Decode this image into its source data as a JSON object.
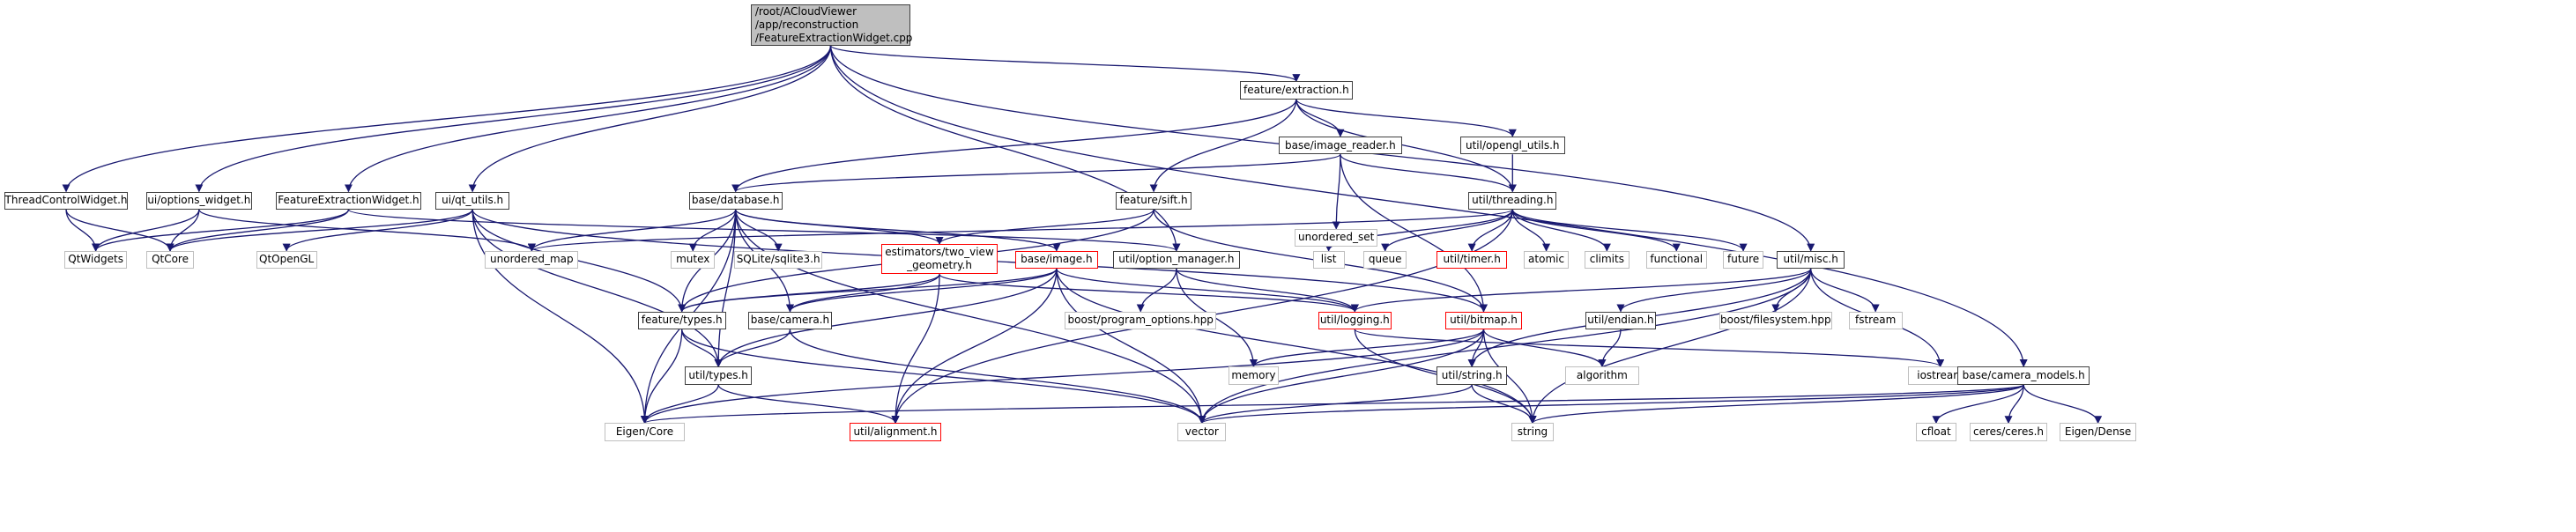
{
  "root": {
    "label": "/root/ACloudViewer\n/app/reconstruction\n/FeatureExtractionWidget.cpp"
  },
  "nodes": [
    {
      "id": "fextraction",
      "label": "feature/extraction.h",
      "kind": "doc"
    },
    {
      "id": "imreader",
      "label": "base/image_reader.h",
      "kind": "doc"
    },
    {
      "id": "opengl",
      "label": "util/opengl_utils.h",
      "kind": "doc"
    },
    {
      "id": "tcw",
      "label": "ThreadControlWidget.h",
      "kind": "doc"
    },
    {
      "id": "optw",
      "label": "ui/options_widget.h",
      "kind": "doc"
    },
    {
      "id": "few",
      "label": "FeatureExtractionWidget.h",
      "kind": "doc"
    },
    {
      "id": "qtutils",
      "label": "ui/qt_utils.h",
      "kind": "doc"
    },
    {
      "id": "database",
      "label": "base/database.h",
      "kind": "doc"
    },
    {
      "id": "sift",
      "label": "feature/sift.h",
      "kind": "doc"
    },
    {
      "id": "uset",
      "label": "unordered_set",
      "kind": "sys"
    },
    {
      "id": "threading",
      "label": "util/threading.h",
      "kind": "doc"
    },
    {
      "id": "qtwidgets",
      "label": "QtWidgets",
      "kind": "sys"
    },
    {
      "id": "qtcore",
      "label": "QtCore",
      "kind": "sys"
    },
    {
      "id": "qtopengl",
      "label": "QtOpenGL",
      "kind": "sys"
    },
    {
      "id": "umap",
      "label": "unordered_map",
      "kind": "sys"
    },
    {
      "id": "mutex",
      "label": "mutex",
      "kind": "sys"
    },
    {
      "id": "sqlite",
      "label": "SQLite/sqlite3.h",
      "kind": "sys"
    },
    {
      "id": "twoview",
      "label": "estimators/two_view\n_geometry.h",
      "kind": "red"
    },
    {
      "id": "image",
      "label": "base/image.h",
      "kind": "red"
    },
    {
      "id": "optmgr",
      "label": "util/option_manager.h",
      "kind": "doc"
    },
    {
      "id": "list",
      "label": "list",
      "kind": "sys"
    },
    {
      "id": "queue",
      "label": "queue",
      "kind": "sys"
    },
    {
      "id": "timer",
      "label": "util/timer.h",
      "kind": "red"
    },
    {
      "id": "atomic",
      "label": "atomic",
      "kind": "sys"
    },
    {
      "id": "climits",
      "label": "climits",
      "kind": "sys"
    },
    {
      "id": "functional",
      "label": "functional",
      "kind": "sys"
    },
    {
      "id": "future",
      "label": "future",
      "kind": "sys"
    },
    {
      "id": "misc",
      "label": "util/misc.h",
      "kind": "doc"
    },
    {
      "id": "ftypes",
      "label": "feature/types.h",
      "kind": "doc"
    },
    {
      "id": "camera",
      "label": "base/camera.h",
      "kind": "doc"
    },
    {
      "id": "bpo",
      "label": "boost/program_options.hpp",
      "kind": "sys"
    },
    {
      "id": "logging",
      "label": "util/logging.h",
      "kind": "red"
    },
    {
      "id": "bitmap",
      "label": "util/bitmap.h",
      "kind": "red"
    },
    {
      "id": "endian",
      "label": "util/endian.h",
      "kind": "doc"
    },
    {
      "id": "bfs",
      "label": "boost/filesystem.hpp",
      "kind": "sys"
    },
    {
      "id": "fstream",
      "label": "fstream",
      "kind": "sys"
    },
    {
      "id": "utypes",
      "label": "util/types.h",
      "kind": "doc"
    },
    {
      "id": "memory",
      "label": "memory",
      "kind": "sys"
    },
    {
      "id": "ustring",
      "label": "util/string.h",
      "kind": "doc"
    },
    {
      "id": "algorithm",
      "label": "algorithm",
      "kind": "sys"
    },
    {
      "id": "iostream",
      "label": "iostream",
      "kind": "sys"
    },
    {
      "id": "cammodels",
      "label": "base/camera_models.h",
      "kind": "doc"
    },
    {
      "id": "eigencore",
      "label": "Eigen/Core",
      "kind": "sys"
    },
    {
      "id": "alignment",
      "label": "util/alignment.h",
      "kind": "red"
    },
    {
      "id": "vector",
      "label": "vector",
      "kind": "sys"
    },
    {
      "id": "string",
      "label": "string",
      "kind": "sys"
    },
    {
      "id": "cfloat",
      "label": "cfloat",
      "kind": "sys"
    },
    {
      "id": "ceres",
      "label": "ceres/ceres.h",
      "kind": "sys"
    },
    {
      "id": "eigendense",
      "label": "Eigen/Dense",
      "kind": "sys"
    }
  ],
  "edges": [
    [
      "root",
      "tcw"
    ],
    [
      "root",
      "optw"
    ],
    [
      "root",
      "few"
    ],
    [
      "root",
      "qtutils"
    ],
    [
      "root",
      "fextraction"
    ],
    [
      "root",
      "optmgr"
    ],
    [
      "root",
      "misc"
    ],
    [
      "root",
      "cammodels"
    ],
    [
      "fextraction",
      "database"
    ],
    [
      "fextraction",
      "imreader"
    ],
    [
      "fextraction",
      "sift"
    ],
    [
      "fextraction",
      "threading"
    ],
    [
      "fextraction",
      "opengl"
    ],
    [
      "imreader",
      "database"
    ],
    [
      "imreader",
      "uset"
    ],
    [
      "imreader",
      "threading"
    ],
    [
      "imreader",
      "bitmap"
    ],
    [
      "opengl",
      "threading"
    ],
    [
      "tcw",
      "qtwidgets"
    ],
    [
      "tcw",
      "qtcore"
    ],
    [
      "optw",
      "qtwidgets"
    ],
    [
      "optw",
      "qtcore"
    ],
    [
      "optw",
      "umap"
    ],
    [
      "few",
      "qtwidgets"
    ],
    [
      "few",
      "qtcore"
    ],
    [
      "few",
      "optmgr"
    ],
    [
      "qtutils",
      "qtcore"
    ],
    [
      "qtutils",
      "qtopengl"
    ],
    [
      "qtutils",
      "eigencore"
    ],
    [
      "qtutils",
      "utypes"
    ],
    [
      "qtutils",
      "ftypes"
    ],
    [
      "qtutils",
      "bitmap"
    ],
    [
      "database",
      "umap"
    ],
    [
      "database",
      "mutex"
    ],
    [
      "database",
      "sqlite"
    ],
    [
      "database",
      "twoview"
    ],
    [
      "database",
      "image"
    ],
    [
      "database",
      "ftypes"
    ],
    [
      "database",
      "camera"
    ],
    [
      "database",
      "utypes"
    ],
    [
      "database",
      "eigencore"
    ],
    [
      "database",
      "vector"
    ],
    [
      "sift",
      "ftypes"
    ],
    [
      "sift",
      "twoview"
    ],
    [
      "sift",
      "bitmap"
    ],
    [
      "threading",
      "umap"
    ],
    [
      "threading",
      "list"
    ],
    [
      "threading",
      "queue"
    ],
    [
      "threading",
      "timer"
    ],
    [
      "threading",
      "atomic"
    ],
    [
      "threading",
      "climits"
    ],
    [
      "threading",
      "functional"
    ],
    [
      "threading",
      "future"
    ],
    [
      "threading",
      "alignment"
    ],
    [
      "twoview",
      "ftypes"
    ],
    [
      "twoview",
      "camera"
    ],
    [
      "twoview",
      "alignment"
    ],
    [
      "twoview",
      "logging"
    ],
    [
      "image",
      "camera"
    ],
    [
      "image",
      "ftypes"
    ],
    [
      "image",
      "utypes"
    ],
    [
      "image",
      "logging"
    ],
    [
      "image",
      "alignment"
    ],
    [
      "image",
      "vector"
    ],
    [
      "image",
      "string"
    ],
    [
      "optmgr",
      "bpo"
    ],
    [
      "optmgr",
      "logging"
    ],
    [
      "optmgr",
      "memory"
    ],
    [
      "misc",
      "logging"
    ],
    [
      "misc",
      "endian"
    ],
    [
      "misc",
      "bfs"
    ],
    [
      "misc",
      "fstream"
    ],
    [
      "misc",
      "iostream"
    ],
    [
      "misc",
      "ustring"
    ],
    [
      "misc",
      "string"
    ],
    [
      "misc",
      "vector"
    ],
    [
      "ftypes",
      "utypes"
    ],
    [
      "ftypes",
      "eigencore"
    ],
    [
      "ftypes",
      "vector"
    ],
    [
      "camera",
      "utypes"
    ],
    [
      "camera",
      "vector"
    ],
    [
      "logging",
      "iostream"
    ],
    [
      "logging",
      "string"
    ],
    [
      "bitmap",
      "memory"
    ],
    [
      "bitmap",
      "ustring"
    ],
    [
      "bitmap",
      "algorithm"
    ],
    [
      "bitmap",
      "string"
    ],
    [
      "bitmap",
      "vector"
    ],
    [
      "bitmap",
      "eigencore"
    ],
    [
      "endian",
      "algorithm"
    ],
    [
      "utypes",
      "eigencore"
    ],
    [
      "utypes",
      "alignment"
    ],
    [
      "ustring",
      "string"
    ],
    [
      "ustring",
      "vector"
    ],
    [
      "cammodels",
      "cfloat"
    ],
    [
      "cammodels",
      "ceres"
    ],
    [
      "cammodels",
      "eigendense"
    ],
    [
      "cammodels",
      "string"
    ],
    [
      "cammodels",
      "vector"
    ],
    [
      "cammodels",
      "eigencore"
    ]
  ],
  "colors": {
    "edge": "#191970",
    "doc_border": "#404040",
    "sys_border": "#bfbfbf",
    "red_border": "#ff0000",
    "root_fill": "#bfbfbf"
  }
}
